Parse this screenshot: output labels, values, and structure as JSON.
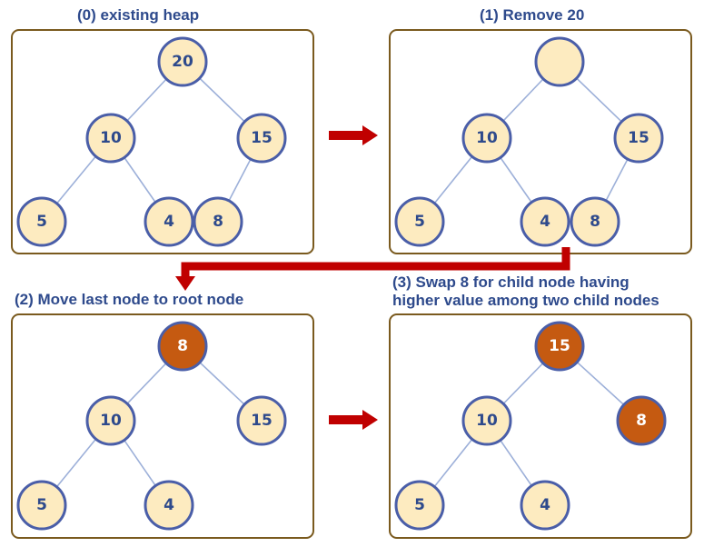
{
  "colors": {
    "node_fill": "#FDEBC0",
    "node_stroke": "#4A5EA8",
    "node_text": "#2E4A8C",
    "highlight_fill": "#C55A11",
    "highlight_text": "#ffffff",
    "edge": "#9DB0D9",
    "panel_border": "#7A5A1E",
    "arrow": "#C00000",
    "caption": "#2E4A8C"
  },
  "panels": [
    {
      "id": "step0",
      "caption": "(0) existing heap",
      "nodes": [
        {
          "id": "n20",
          "label": "20",
          "highlight": false
        },
        {
          "id": "n10",
          "label": "10",
          "highlight": false
        },
        {
          "id": "n15",
          "label": "15",
          "highlight": false
        },
        {
          "id": "n5",
          "label": "5",
          "highlight": false
        },
        {
          "id": "n4",
          "label": "4",
          "highlight": false
        },
        {
          "id": "n8",
          "label": "8",
          "highlight": false
        }
      ]
    },
    {
      "id": "step1",
      "caption": "(1) Remove 20",
      "nodes": [
        {
          "id": "root",
          "label": "",
          "highlight": false
        },
        {
          "id": "n10",
          "label": "10",
          "highlight": false
        },
        {
          "id": "n15",
          "label": "15",
          "highlight": false
        },
        {
          "id": "n5",
          "label": "5",
          "highlight": false
        },
        {
          "id": "n4",
          "label": "4",
          "highlight": false
        },
        {
          "id": "n8",
          "label": "8",
          "highlight": false
        }
      ]
    },
    {
      "id": "step2",
      "caption": "(2) Move last node to root node",
      "nodes": [
        {
          "id": "n8",
          "label": "8",
          "highlight": true
        },
        {
          "id": "n10",
          "label": "10",
          "highlight": false
        },
        {
          "id": "n15",
          "label": "15",
          "highlight": false
        },
        {
          "id": "n5",
          "label": "5",
          "highlight": false
        },
        {
          "id": "n4",
          "label": "4",
          "highlight": false
        }
      ]
    },
    {
      "id": "step3",
      "caption_lines": [
        "(3) Swap 8 for child node having",
        "higher value among two child nodes"
      ],
      "nodes": [
        {
          "id": "n15",
          "label": "15",
          "highlight": true
        },
        {
          "id": "n10",
          "label": "10",
          "highlight": false
        },
        {
          "id": "n8",
          "label": "8",
          "highlight": true
        },
        {
          "id": "n5",
          "label": "5",
          "highlight": false
        },
        {
          "id": "n4",
          "label": "4",
          "highlight": false
        }
      ]
    }
  ]
}
